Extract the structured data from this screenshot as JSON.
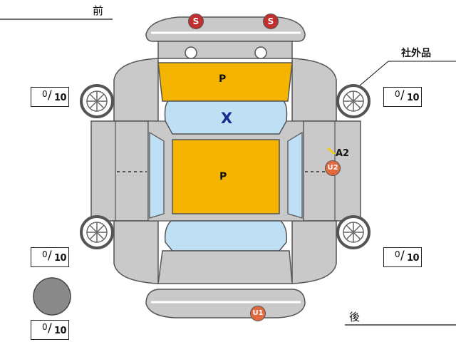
{
  "labels": {
    "front": "前",
    "rear": "後",
    "aftermarket": "社外品"
  },
  "tire_boxes": [
    {
      "id": "front-left",
      "value": "0",
      "max": "10"
    },
    {
      "id": "front-right",
      "value": "0",
      "max": "10"
    },
    {
      "id": "rear-left",
      "value": "0",
      "max": "10"
    },
    {
      "id": "rear-right",
      "value": "0",
      "max": "10"
    },
    {
      "id": "spare",
      "value": "0",
      "max": "10"
    }
  ],
  "marks": {
    "hood": "P",
    "windshield": "X",
    "roof": "P",
    "right_side": "A2",
    "front_bumper_s1": "S",
    "front_bumper_s2": "S",
    "right_badge": "U2",
    "rear_badge": "U1"
  },
  "colors": {
    "body_gray": "#c9c9c9",
    "panel_yellow": "#f5b400",
    "glass_blue": "#bfe0f4",
    "badge_red": "#c0302f",
    "badge_orange": "#e06a3e",
    "x_mark": "#1c2b8c"
  }
}
